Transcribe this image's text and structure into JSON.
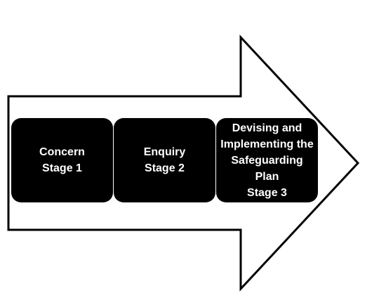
{
  "diagram": {
    "stages": [
      {
        "lines": [
          "Concern",
          "Stage 1"
        ]
      },
      {
        "lines": [
          "Enquiry",
          "Stage 2"
        ]
      },
      {
        "lines": [
          "Devising and",
          "Implementing the",
          "Safeguarding",
          "Plan",
          "Stage 3"
        ]
      }
    ]
  },
  "colors": {
    "arrow_fill": "#ffffff",
    "arrow_stroke": "#000000",
    "box_fill": "#000000",
    "box_text": "#ffffff"
  }
}
